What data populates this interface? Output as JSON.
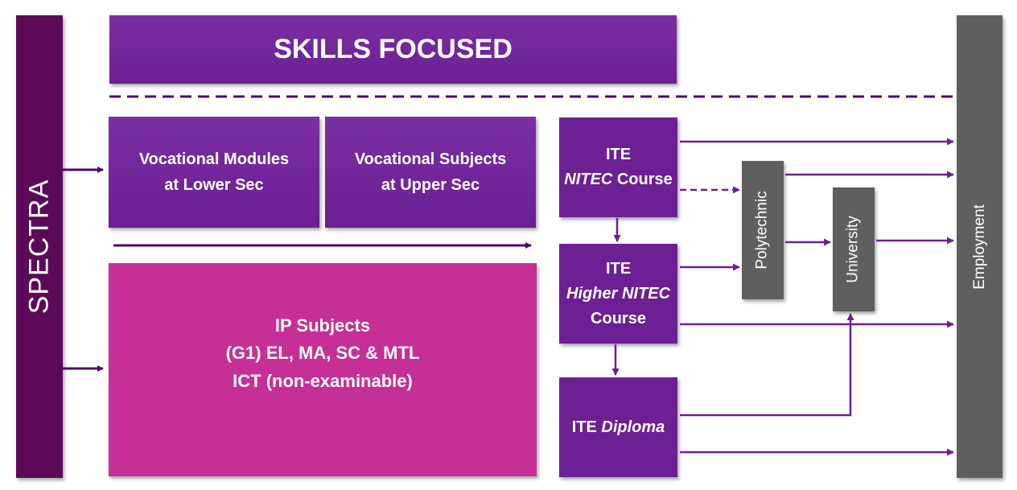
{
  "spectra": {
    "label": "SPECTRA"
  },
  "skills_focused": {
    "label": "SKILLS FOCUSED"
  },
  "vocational_modules": {
    "line1": "Vocational Modules",
    "line2": "at Lower Sec"
  },
  "vocational_subjects": {
    "line1": "Vocational Subjects",
    "line2": "at Upper Sec"
  },
  "ip_subjects": {
    "line1": "IP Subjects",
    "line2": "(G1) EL, MA, SC & MTL",
    "line3": "ICT (non-examinable)"
  },
  "ite_nitec": {
    "line1": "ITE",
    "line2_italic": "NITEC",
    "line2_rest": " Course"
  },
  "ite_higher_nitec": {
    "line1": "ITE",
    "line2": "Higher NITEC",
    "line3": "Course"
  },
  "ite_diploma": {
    "prefix": "ITE ",
    "italic": "Diploma"
  },
  "polytechnic": {
    "label": "Polytechnic"
  },
  "university": {
    "label": "University"
  },
  "employment": {
    "label": "Employment"
  },
  "colors": {
    "dark_purple": "#5c0a57",
    "purple": "#6d1f94",
    "magenta": "#c62f96",
    "grey": "#5f5f5f"
  }
}
